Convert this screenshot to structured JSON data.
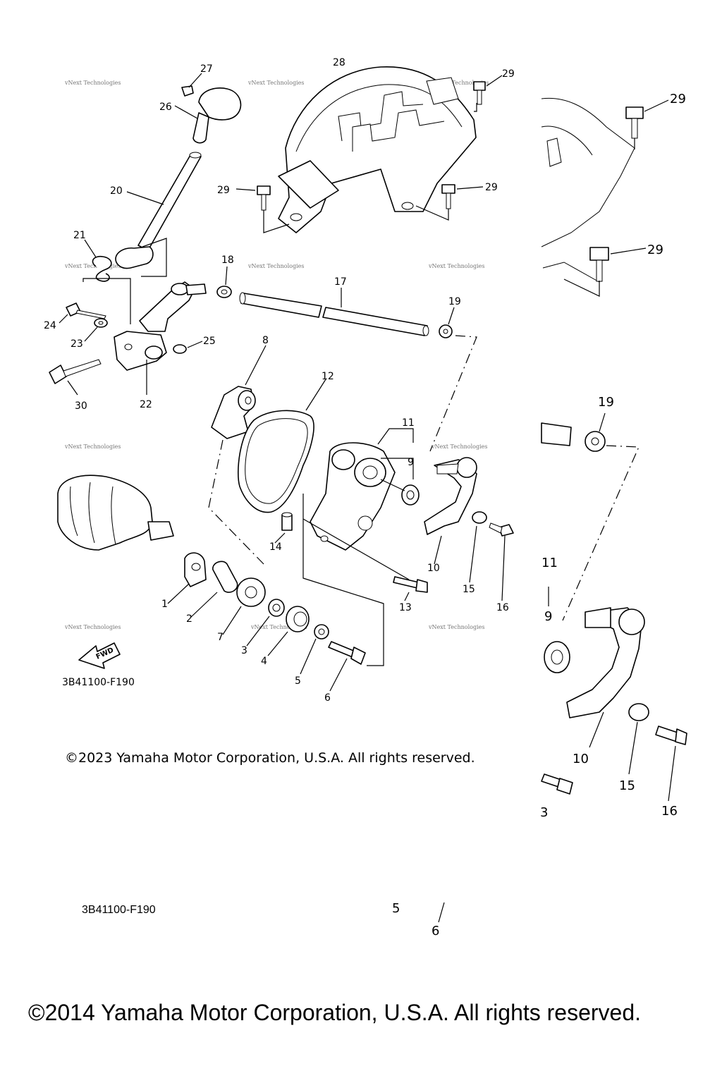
{
  "diagram_code": "3B41100-F190",
  "copyright_main": "©2023 Yamaha Motor Corporation, U.S.A. All rights reserved.",
  "copyright_footer": "©2014 Yamaha Motor Corporation, U.S.A. All rights reserved.",
  "fwd_label": "FWD",
  "watermark": "vNext Technologies",
  "callouts": {
    "c1": "1",
    "c2": "2",
    "c3": "3",
    "c4": "4",
    "c5": "5",
    "c6": "6",
    "c7": "7",
    "c8": "8",
    "c9": "9",
    "c10": "10",
    "c11": "11",
    "c12": "12",
    "c13": "13",
    "c14": "14",
    "c15": "15",
    "c16": "16",
    "c17": "17",
    "c18": "18",
    "c19": "19",
    "c20": "20",
    "c21": "21",
    "c22": "22",
    "c23": "23",
    "c24": "24",
    "c25": "25",
    "c26": "26",
    "c27": "27",
    "c28": "28",
    "c29": "29",
    "c30": "30"
  },
  "zoom_callouts": {
    "z29a": "29",
    "z29b": "29",
    "z19": "19",
    "z11": "11",
    "z9": "9",
    "z10": "10",
    "z15": "15",
    "z16": "16",
    "z3": "3",
    "z5": "5",
    "z6": "6"
  }
}
